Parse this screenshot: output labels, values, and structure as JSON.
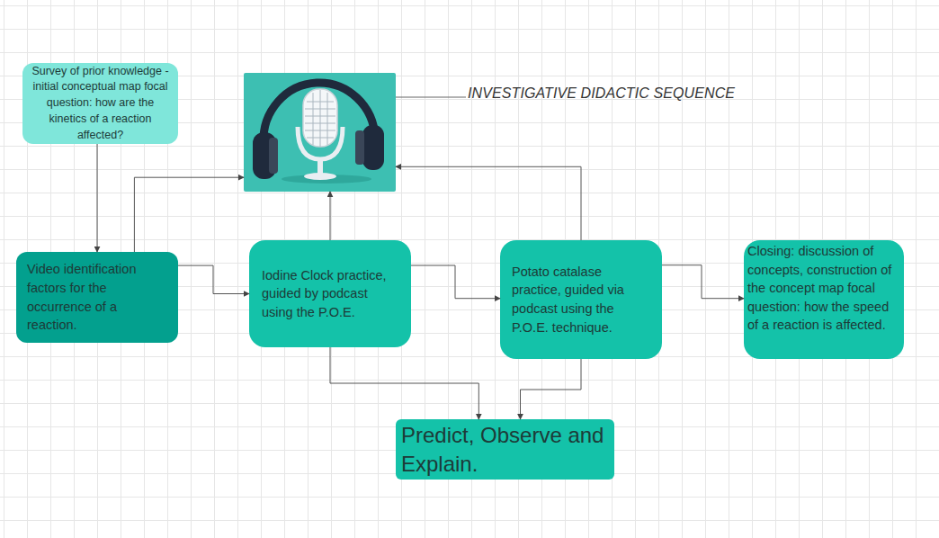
{
  "diagram": {
    "nodes": [
      {
        "text": [
          "Survey of prior knowledge - initial conceptual map focal question: how are the kinetics of a reaction affected?"
        ]
      },
      {
        "text": [
          "INVESTIGATIVE DIDACTIC SEQUENCE"
        ]
      },
      {
        "text": [
          "Video identification factors for the occurrence of a reaction."
        ]
      },
      {
        "text": [
          "Iodine Clock practice, guided by podcast using the P.O.E."
        ]
      },
      {
        "text": [
          "Potato catalase practice, guided via podcast using the P.O.E. technique."
        ]
      },
      {
        "text": [
          "Closing: discussion of concepts, construction of the concept map focal question: how the speed of a reaction is affected."
        ]
      },
      {
        "text": [
          "Predict, Observe and Explain."
        ]
      }
    ],
    "edges": [
      {
        "from": 0,
        "to": 2,
        "arrow": "to"
      },
      {
        "from": 2,
        "to": 1,
        "arrow": "to"
      },
      {
        "from": 2,
        "to": 3,
        "arrow": "to"
      },
      {
        "from": 3,
        "to": 1,
        "arrow": "to"
      },
      {
        "from": 3,
        "to": 4,
        "arrow": "to"
      },
      {
        "from": 4,
        "to": 1,
        "arrow": "to"
      },
      {
        "from": 4,
        "to": 5,
        "arrow": "to"
      },
      {
        "from": 3,
        "to": 6,
        "arrow": "to"
      },
      {
        "from": 4,
        "to": 6,
        "arrow": "to"
      }
    ]
  }
}
